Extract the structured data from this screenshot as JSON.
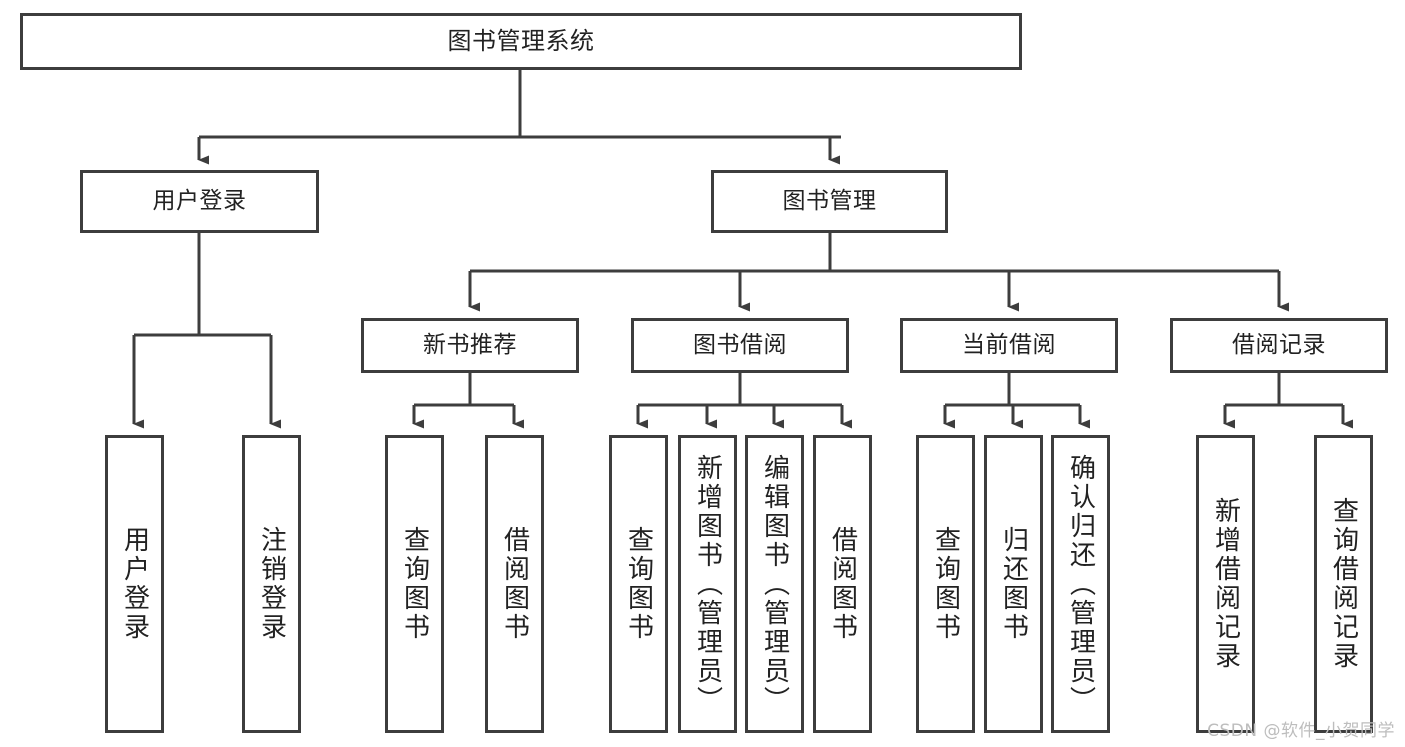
{
  "diagram": {
    "title": "图书管理系统",
    "type": "hierarchy-tree",
    "line_color": "#3d3d3d",
    "box_fill": "#ffffff",
    "text_color": "#222222",
    "watermark_color": "#bdbdbd",
    "nodes": {
      "root": {
        "label": "图书管理系统"
      },
      "level2": [
        {
          "label": "用户登录"
        },
        {
          "label": "图书管理"
        }
      ],
      "level3": [
        {
          "label": "新书推荐"
        },
        {
          "label": "图书借阅"
        },
        {
          "label": "当前借阅"
        },
        {
          "label": "借阅记录"
        }
      ],
      "leaves": {
        "user_login": [
          {
            "label": "用户登录"
          },
          {
            "label": "注销登录"
          }
        ],
        "new_book_recommend": [
          {
            "label": "查询图书"
          },
          {
            "label": "借阅图书"
          }
        ],
        "book_borrow": [
          {
            "label": "查询图书"
          },
          {
            "label": "新增图书（管理员）"
          },
          {
            "label": "编辑图书（管理员）"
          },
          {
            "label": "借阅图书"
          }
        ],
        "current_borrow": [
          {
            "label": "查询图书"
          },
          {
            "label": "归还图书"
          },
          {
            "label": "确认归还（管理员）"
          }
        ],
        "borrow_record": [
          {
            "label": "新增借阅记录"
          },
          {
            "label": "查询借阅记录"
          }
        ]
      }
    },
    "watermark": "CSDN @软件_小贺同学"
  }
}
